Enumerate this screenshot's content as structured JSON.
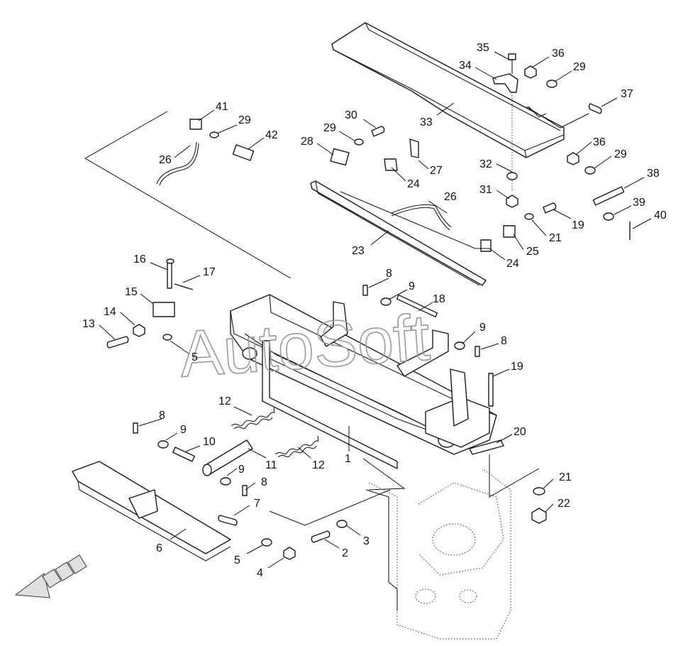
{
  "watermark": "AutoSoft",
  "callouts": [
    {
      "id": "c35",
      "label": "35"
    },
    {
      "id": "c36a",
      "label": "36"
    },
    {
      "id": "c34",
      "label": "34"
    },
    {
      "id": "c29a",
      "label": "29"
    },
    {
      "id": "c37",
      "label": "37"
    },
    {
      "id": "c33",
      "label": "33"
    },
    {
      "id": "c36b",
      "label": "36"
    },
    {
      "id": "c29b",
      "label": "29"
    },
    {
      "id": "c38",
      "label": "38"
    },
    {
      "id": "c39",
      "label": "39"
    },
    {
      "id": "c40",
      "label": "40"
    },
    {
      "id": "c41",
      "label": "41"
    },
    {
      "id": "c29c",
      "label": "29"
    },
    {
      "id": "c42",
      "label": "42"
    },
    {
      "id": "c26a",
      "label": "26"
    },
    {
      "id": "c30",
      "label": "30"
    },
    {
      "id": "c29d",
      "label": "29"
    },
    {
      "id": "c28",
      "label": "28"
    },
    {
      "id": "c27",
      "label": "27"
    },
    {
      "id": "c24a",
      "label": "24"
    },
    {
      "id": "c32",
      "label": "32"
    },
    {
      "id": "c31",
      "label": "31"
    },
    {
      "id": "c26b",
      "label": "26"
    },
    {
      "id": "c19a",
      "label": "19"
    },
    {
      "id": "c21a",
      "label": "21"
    },
    {
      "id": "c25",
      "label": "25"
    },
    {
      "id": "c23",
      "label": "23"
    },
    {
      "id": "c24b",
      "label": "24"
    },
    {
      "id": "c16",
      "label": "16"
    },
    {
      "id": "c17",
      "label": "17"
    },
    {
      "id": "c15",
      "label": "15"
    },
    {
      "id": "c14",
      "label": "14"
    },
    {
      "id": "c13",
      "label": "13"
    },
    {
      "id": "c5a",
      "label": "5"
    },
    {
      "id": "c8a",
      "label": "8"
    },
    {
      "id": "c9a",
      "label": "9"
    },
    {
      "id": "c18",
      "label": "18"
    },
    {
      "id": "c9b",
      "label": "9"
    },
    {
      "id": "c8b",
      "label": "8"
    },
    {
      "id": "c19b",
      "label": "19"
    },
    {
      "id": "c12a",
      "label": "12"
    },
    {
      "id": "c8c",
      "label": "8"
    },
    {
      "id": "c9c",
      "label": "9"
    },
    {
      "id": "c10",
      "label": "10"
    },
    {
      "id": "c11",
      "label": "11"
    },
    {
      "id": "c12b",
      "label": "12"
    },
    {
      "id": "c1",
      "label": "1"
    },
    {
      "id": "c20",
      "label": "20"
    },
    {
      "id": "c9d",
      "label": "9"
    },
    {
      "id": "c8d",
      "label": "8"
    },
    {
      "id": "c21b",
      "label": "21"
    },
    {
      "id": "c22",
      "label": "22"
    },
    {
      "id": "c7",
      "label": "7"
    },
    {
      "id": "c6",
      "label": "6"
    },
    {
      "id": "c3",
      "label": "3"
    },
    {
      "id": "c2",
      "label": "2"
    },
    {
      "id": "c5b",
      "label": "5"
    },
    {
      "id": "c4",
      "label": "4"
    }
  ]
}
